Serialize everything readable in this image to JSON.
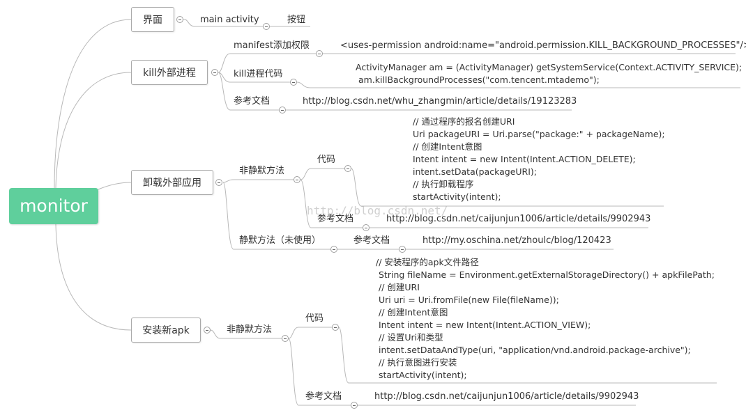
{
  "root": {
    "label": "monitor"
  },
  "branches": {
    "ui": {
      "label": "界面",
      "child": "main activity",
      "leaf": "按钮"
    },
    "kill": {
      "label": "kill外部进程",
      "manifest": "manifest添加权限",
      "permission": "<uses-permission android:name=\"android.permission.KILL_BACKGROUND_PROCESSES\"/>",
      "code_label": "kill进程代码",
      "code_lines": [
        "ActivityManager am = (ActivityManager) getSystemService(Context.ACTIVITY_SERVICE);",
        "am.killBackgroundProcesses(\"com.tencent.mtademo\");"
      ],
      "ref_label": "参考文档",
      "ref_url": "http://blog.csdn.net/whu_zhangmin/article/details/19123283"
    },
    "uninstall": {
      "label": "卸载外部应用",
      "nonsilent": "非静默方法",
      "code_label": "代码",
      "code_lines": [
        "// 通过程序的报名创建URI",
        "Uri packageURI = Uri.parse(\"package:\" + packageName);",
        "// 创建Intent意图",
        "Intent intent = new Intent(Intent.ACTION_DELETE);",
        "intent.setData(packageURI);",
        "// 执行卸载程序",
        "startActivity(intent);"
      ],
      "ref_label": "参考文档",
      "ref_url": "http://blog.csdn.net/caijunjun1006/article/details/9902943",
      "silent": "静默方法（未使用）",
      "silent_ref_label": "参考文档",
      "silent_ref_url": "http://my.oschina.net/zhoulc/blog/120423"
    },
    "install": {
      "label": "安装新apk",
      "nonsilent": "非静默方法",
      "code_label": "代码",
      "code_lines": [
        "// 安装程序的apk文件路径",
        "String fileName = Environment.getExternalStorageDirectory() + apkFilePath;",
        "// 创建URI",
        "Uri uri = Uri.fromFile(new File(fileName));",
        "// 创建Intent意图",
        "Intent intent = new Intent(Intent.ACTION_VIEW);",
        "// 设置Uri和类型",
        "intent.setDataAndType(uri, \"application/vnd.android.package-archive\");",
        "// 执行意图进行安装",
        "startActivity(intent);"
      ],
      "ref_label": "参考文档",
      "ref_url": "http://blog.csdn.net/caijunjun1006/article/details/9902943"
    }
  },
  "watermark": "http://blog.csdn.net/",
  "colors": {
    "root": "#5fcf9c",
    "line": "#b8b8b8",
    "border": "#a9a9a9"
  }
}
